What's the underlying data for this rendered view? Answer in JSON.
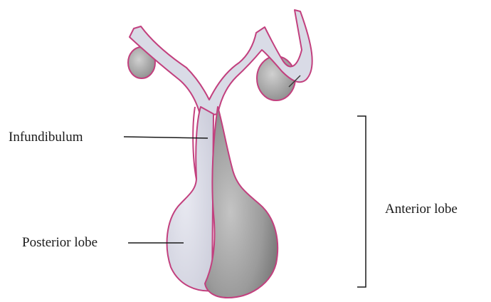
{
  "labels": {
    "infundibulum": "Infundibulum",
    "posterior_lobe": "Posterior lobe",
    "anterior_lobe": "Anterior lobe"
  },
  "colors": {
    "outline": "#c2407e",
    "posterior_fill": "#dcdde8",
    "anterior_fill": "#9a9a9a",
    "body_fill": "#d9dbe6",
    "text": "#1a1a1a",
    "leader": "#1a1a1a"
  }
}
